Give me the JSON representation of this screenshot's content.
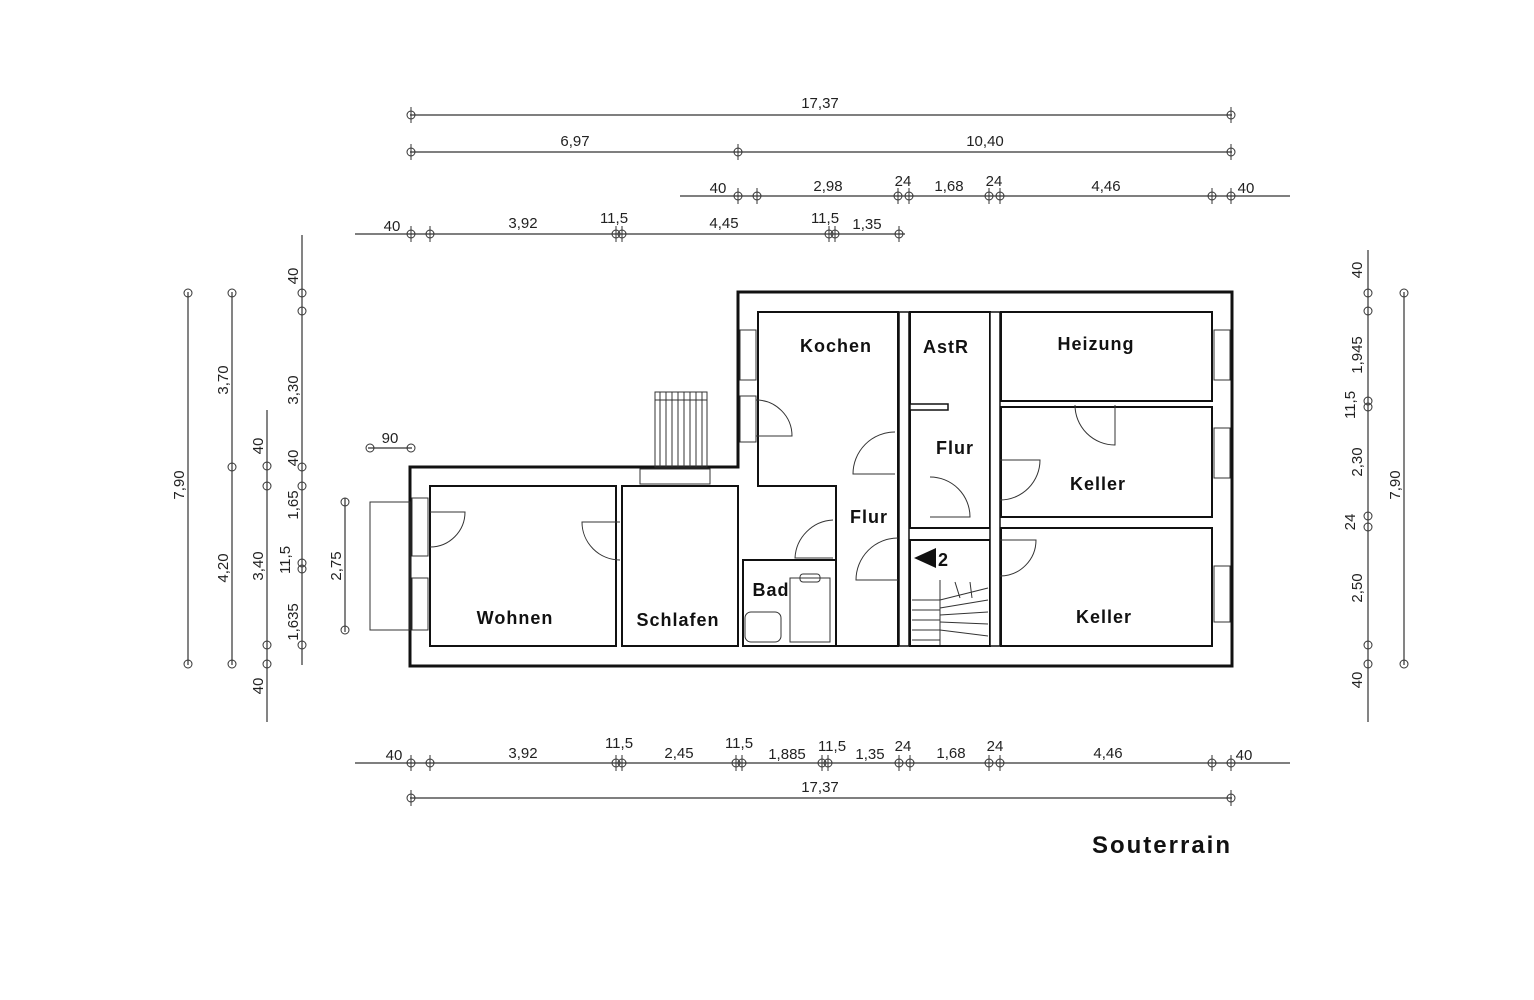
{
  "caption": "Souterrain",
  "rooms": {
    "wohnen": "Wohnen",
    "schlafen": "Schlafen",
    "bad": "Bad",
    "kochen": "Kochen",
    "astr": "AstR",
    "heizung": "Heizung",
    "keller_upper": "Keller",
    "keller_lower": "Keller",
    "flur_left": "Flur",
    "flur_right": "Flur"
  },
  "stair_marker": "2",
  "dims": {
    "top": {
      "total": "17,37",
      "split_a": "6,97",
      "split_b": "10,40",
      "r3": [
        "40",
        "2,98",
        "24",
        "1,68",
        "24",
        "4,46",
        "40"
      ],
      "r4": [
        "40",
        "3,92",
        "11,5",
        "4,45",
        "11,5",
        "1,35"
      ]
    },
    "bottom": {
      "row": [
        "40",
        "3,92",
        "11,5",
        "2,45",
        "11,5",
        "1,885",
        "11,5",
        "1,35",
        "24",
        "1,68",
        "24",
        "4,46",
        "40"
      ],
      "total": "17,37"
    },
    "left": {
      "total": "7,90",
      "c2": [
        "3,70",
        "4,20"
      ],
      "c3": [
        "40",
        "3,40",
        "40"
      ],
      "c4": [
        "40",
        "3,30",
        "40",
        "1,65",
        "11,5",
        "1,635"
      ],
      "terrace": "2,75",
      "step": "90"
    },
    "right": {
      "c1": [
        "40",
        "1,945",
        "11,5",
        "2,30",
        "24",
        "2,50",
        "40"
      ],
      "total": "7,90"
    }
  }
}
